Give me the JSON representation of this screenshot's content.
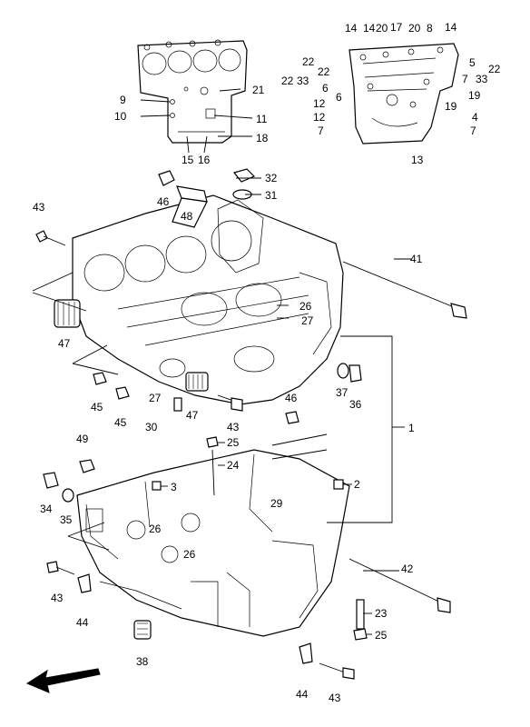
{
  "labels": {
    "l1": "1",
    "l2": "2",
    "l3": "3",
    "l4": "4",
    "l5": "5",
    "l6a": "6",
    "l6b": "6",
    "l7a": "7",
    "l7b": "7",
    "l7c": "7",
    "l8": "8",
    "l9": "9",
    "l10": "10",
    "l11": "11",
    "l12a": "12",
    "l12b": "12",
    "l13": "13",
    "l14a": "14",
    "l14b": "14",
    "l14c": "14",
    "l15": "15",
    "l16": "16",
    "l17": "17",
    "l18": "18",
    "l19a": "19",
    "l19b": "19",
    "l20a": "20",
    "l20b": "20",
    "l21": "21",
    "l22a": "22",
    "l22b": "22",
    "l22c": "22",
    "l22d": "22",
    "l23": "23",
    "l24": "24",
    "l25a": "25",
    "l25b": "25",
    "l26a": "26",
    "l26b": "26",
    "l26c": "26",
    "l27a": "27",
    "l27b": "27",
    "l29": "29",
    "l30": "30",
    "l31": "31",
    "l32": "32",
    "l33a": "33",
    "l33b": "33",
    "l34": "34",
    "l35": "35",
    "l36": "36",
    "l37": "37",
    "l38": "38",
    "l41": "41",
    "l42": "42",
    "l43a": "43",
    "l43b": "43",
    "l43c": "43",
    "l43d": "43",
    "l44a": "44",
    "l44b": "44",
    "l45a": "45",
    "l45b": "45",
    "l46a": "46",
    "l46b": "46",
    "l47a": "47",
    "l47b": "47",
    "l48": "48",
    "l49": "49"
  },
  "icons": {
    "direction_arrow": "front-direction-arrow-icon"
  },
  "colors": {
    "line": "#000000",
    "background": "#ffffff"
  }
}
